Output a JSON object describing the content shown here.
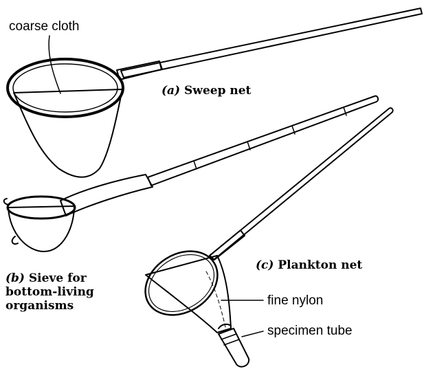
{
  "labels": {
    "sweep_material": "coarse cloth",
    "sweep_letter": "(a)",
    "sweep_name": " Sweep net",
    "sieve_letter": "(b)",
    "sieve_line1": " Sieve for",
    "sieve_line2": "bottom-living",
    "sieve_line3": "organisms",
    "plankton_letter": "(c)",
    "plankton_name": " Plankton net",
    "plankton_material": "fine nylon",
    "plankton_tube": "specimen tube"
  }
}
